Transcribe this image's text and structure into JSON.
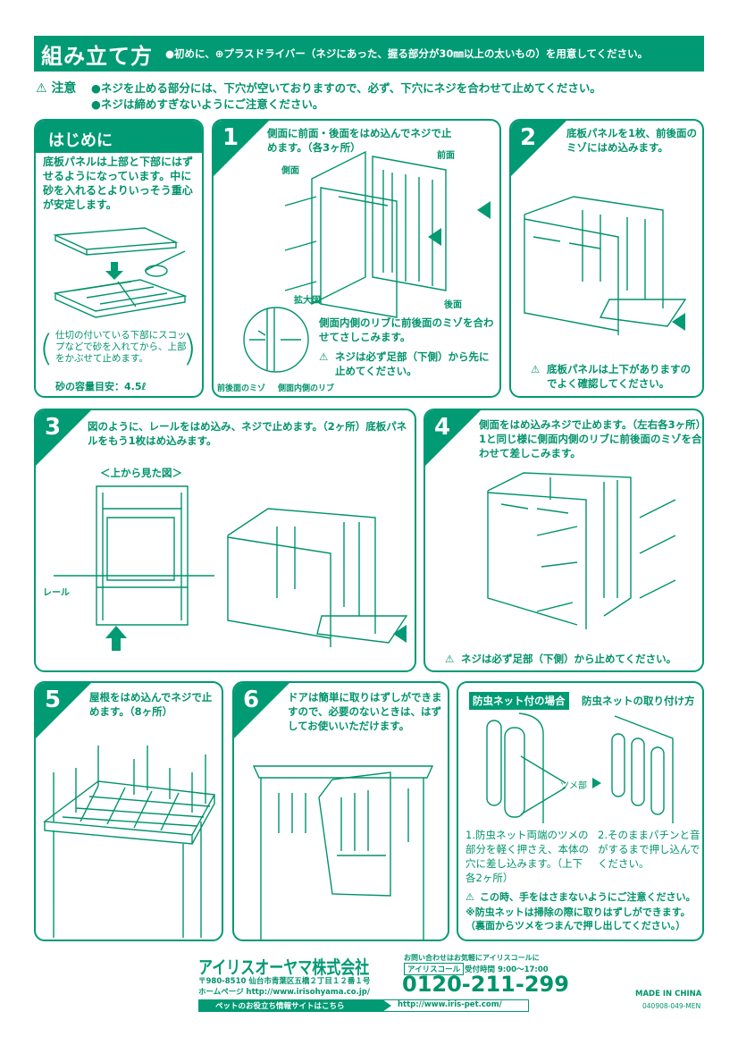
{
  "header": {
    "title": "組み立て方",
    "subtitle": "●初めに、⊕プラスドライバー（ネジにあった、握る部分が30㎜以上の太いもの）を用意してください。"
  },
  "caution": {
    "label": "注意",
    "lines": [
      "●ネジを止める部分には、下穴が空いておりますので、必ず、下穴にネジを合わせて止めてください。",
      "●ネジは締めすぎないようにご注意ください。"
    ]
  },
  "intro": {
    "title": "はじめに",
    "text": "底板パネルは上部と下部にはずせるようになっています。中に砂を入れるとよりいっそう重心が安定します。",
    "note": "仕切の付いている下部にスコップなどで砂を入れてから、上部をかぶせて止めます。",
    "capacity": "砂の容量目安：4.5ℓ"
  },
  "steps": [
    {
      "number": "1",
      "text": "側面に前面・後面をはめ込んでネジで止めます。（各3ヶ所）",
      "labels": {
        "side": "側面",
        "front": "前面",
        "back": "後面",
        "zoom": "拡大図",
        "groove": "前後面のミゾ",
        "rib": "側面内側のリブ"
      },
      "detail": "側面内側のリブに前後面のミゾを合わせてさしこみます。",
      "warning": "ネジは必ず足部（下側）から先に止めてください。"
    },
    {
      "number": "2",
      "text": "底板パネルを1枚、前後面のミゾにはめ込みます。",
      "warning": "底板パネルは上下がありますのでよく確認してください。"
    },
    {
      "number": "3",
      "text": "図のように、レールをはめ込み、ネジで止めます。（2ヶ所）底板パネルをもう1枚はめ込みます。",
      "top_view": "＜上から見た図＞",
      "rail": "レール"
    },
    {
      "number": "4",
      "text": "側面をはめ込みネジで止めます。（左右各3ヶ所）1と同じ様に側面内側のリブに前後面のミゾを合わせて差しこみます。",
      "warning": "ネジは必ず足部（下側）から止めてください。"
    },
    {
      "number": "5",
      "text": "屋根をはめ込んでネジで止めます。（8ヶ所）"
    },
    {
      "number": "6",
      "text": "ドアは簡単に取りはずしができますので、必要のないときは、はずしてお使いいただけます。"
    }
  ],
  "net": {
    "badge": "防虫ネット付の場合",
    "title": "防虫ネットの取り付け方",
    "tab_label": "ツメ部",
    "step1": "1.防虫ネット両端のツメの部分を軽く押さえ、本体の穴に差し込みます。（上下各2ヶ所）",
    "step2": "2.そのままパチンと音がするまで押し込んでください。",
    "warning": "この時、手をはさまないようにご注意ください。",
    "note": "※防虫ネットは掃除の際に取りはずしができます。（裏面からツメをつまんで押し出してください。）"
  },
  "footer": {
    "company": "アイリスオーヤマ株式会社",
    "address": "〒980-8510 仙台市青葉区五橋２丁目１２番１号",
    "homepage": "ホームページ http://www.irisohyama.co.jp/",
    "inquiry": "お問い合わせはお気軽にアイリスコールに",
    "call_label": "アイリスコール",
    "hours": "受付時間 9:00～17:00",
    "phone": "0120-211-299",
    "pet_site_label": "ペットのお役立ち情報サイトはこちら",
    "pet_site_url": "http://www.iris-pet.com/",
    "made_in": "MADE IN CHINA",
    "code": "040908-049-MEN"
  }
}
